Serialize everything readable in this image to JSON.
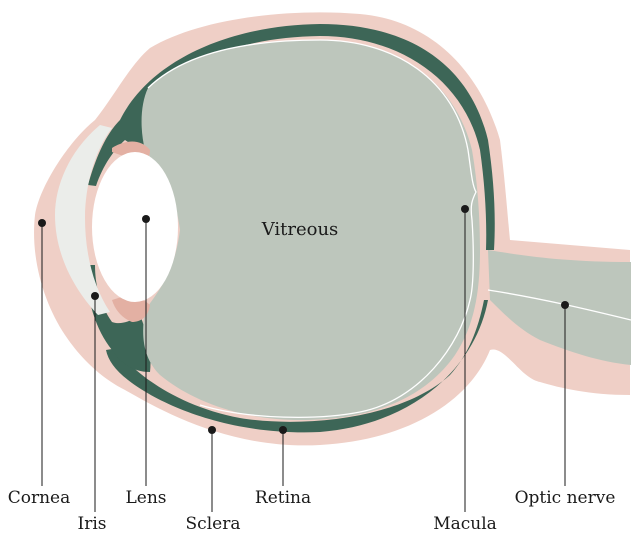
{
  "diagram": {
    "center_label": "Vitreous",
    "labels": {
      "cornea": "Cornea",
      "iris": "Iris",
      "lens": "Lens",
      "sclera": "Sclera",
      "retina": "Retina",
      "macula": "Macula",
      "optic_nerve": "Optic nerve"
    },
    "colors": {
      "sclera_pink": "#efcfc6",
      "choroid_green": "#3d6657",
      "vitreous_gray": "#bdc6bc",
      "cornea_white": "#ebedea",
      "lens_white": "#ffffff",
      "ciliary_pink": "#e3b0a3",
      "ink": "#1a1a1a"
    }
  }
}
